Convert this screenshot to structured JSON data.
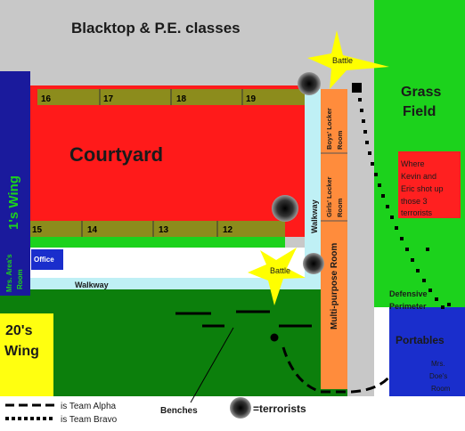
{
  "map": {
    "labels": {
      "blacktop": "Blacktop & P.E. classes",
      "grass": "Grass",
      "field": "Field",
      "courtyard": "Courtyard",
      "ones_wing": "1's Wing",
      "mrs_area_1": "Mrs. Area's",
      "mrs_area_2": "Room",
      "office": "Office",
      "walkway_horizontal": "Walkway",
      "walkway_vertical": "Walkway",
      "boys_locker_1": "Boys' Locker",
      "boys_locker_2": "Room",
      "girls_locker_1": "Girls' Locker",
      "girls_locker_2": "Room",
      "multipurpose": "Multi-purpose Room",
      "twenties_wing_1": "20's",
      "twenties_wing_2": "Wing",
      "battle_top": "Battle",
      "battle_mid": "Battle",
      "kevin_eric_1": "Where",
      "kevin_eric_2": "Kevin and",
      "kevin_eric_3": "Eric shot up",
      "kevin_eric_4": "those 3",
      "kevin_eric_5": "terrorists",
      "defensive_1": "Defensive",
      "defensive_2": "Perimeter",
      "portables": "Portables",
      "mrs_doe_1": "Mrs.",
      "mrs_doe_2": "Doe's",
      "mrs_doe_3": "Room",
      "benches": "Benches"
    },
    "rooms_top": [
      "16",
      "17",
      "18",
      "19"
    ],
    "rooms_bottom": [
      "15",
      "14",
      "13",
      "12"
    ],
    "legend": {
      "alpha": "is Team Alpha",
      "bravo": "is Team Bravo",
      "terrorists": "=terrorists"
    },
    "colors": {
      "blacktop": "#c8c8c8",
      "grass": "#1cd21c",
      "dark_grass": "#0c7f0c",
      "courtyard": "#ff1a1a",
      "rooms": "#8c8c1c",
      "wing_blue": "#1a1a9c",
      "walkway": "#bff0f5",
      "lockers": "#ff8c3c",
      "wing20": "#ffff10",
      "portables": "#1a2ecc",
      "battle": "#ffff00",
      "kevin_box": "#ff2020"
    }
  }
}
